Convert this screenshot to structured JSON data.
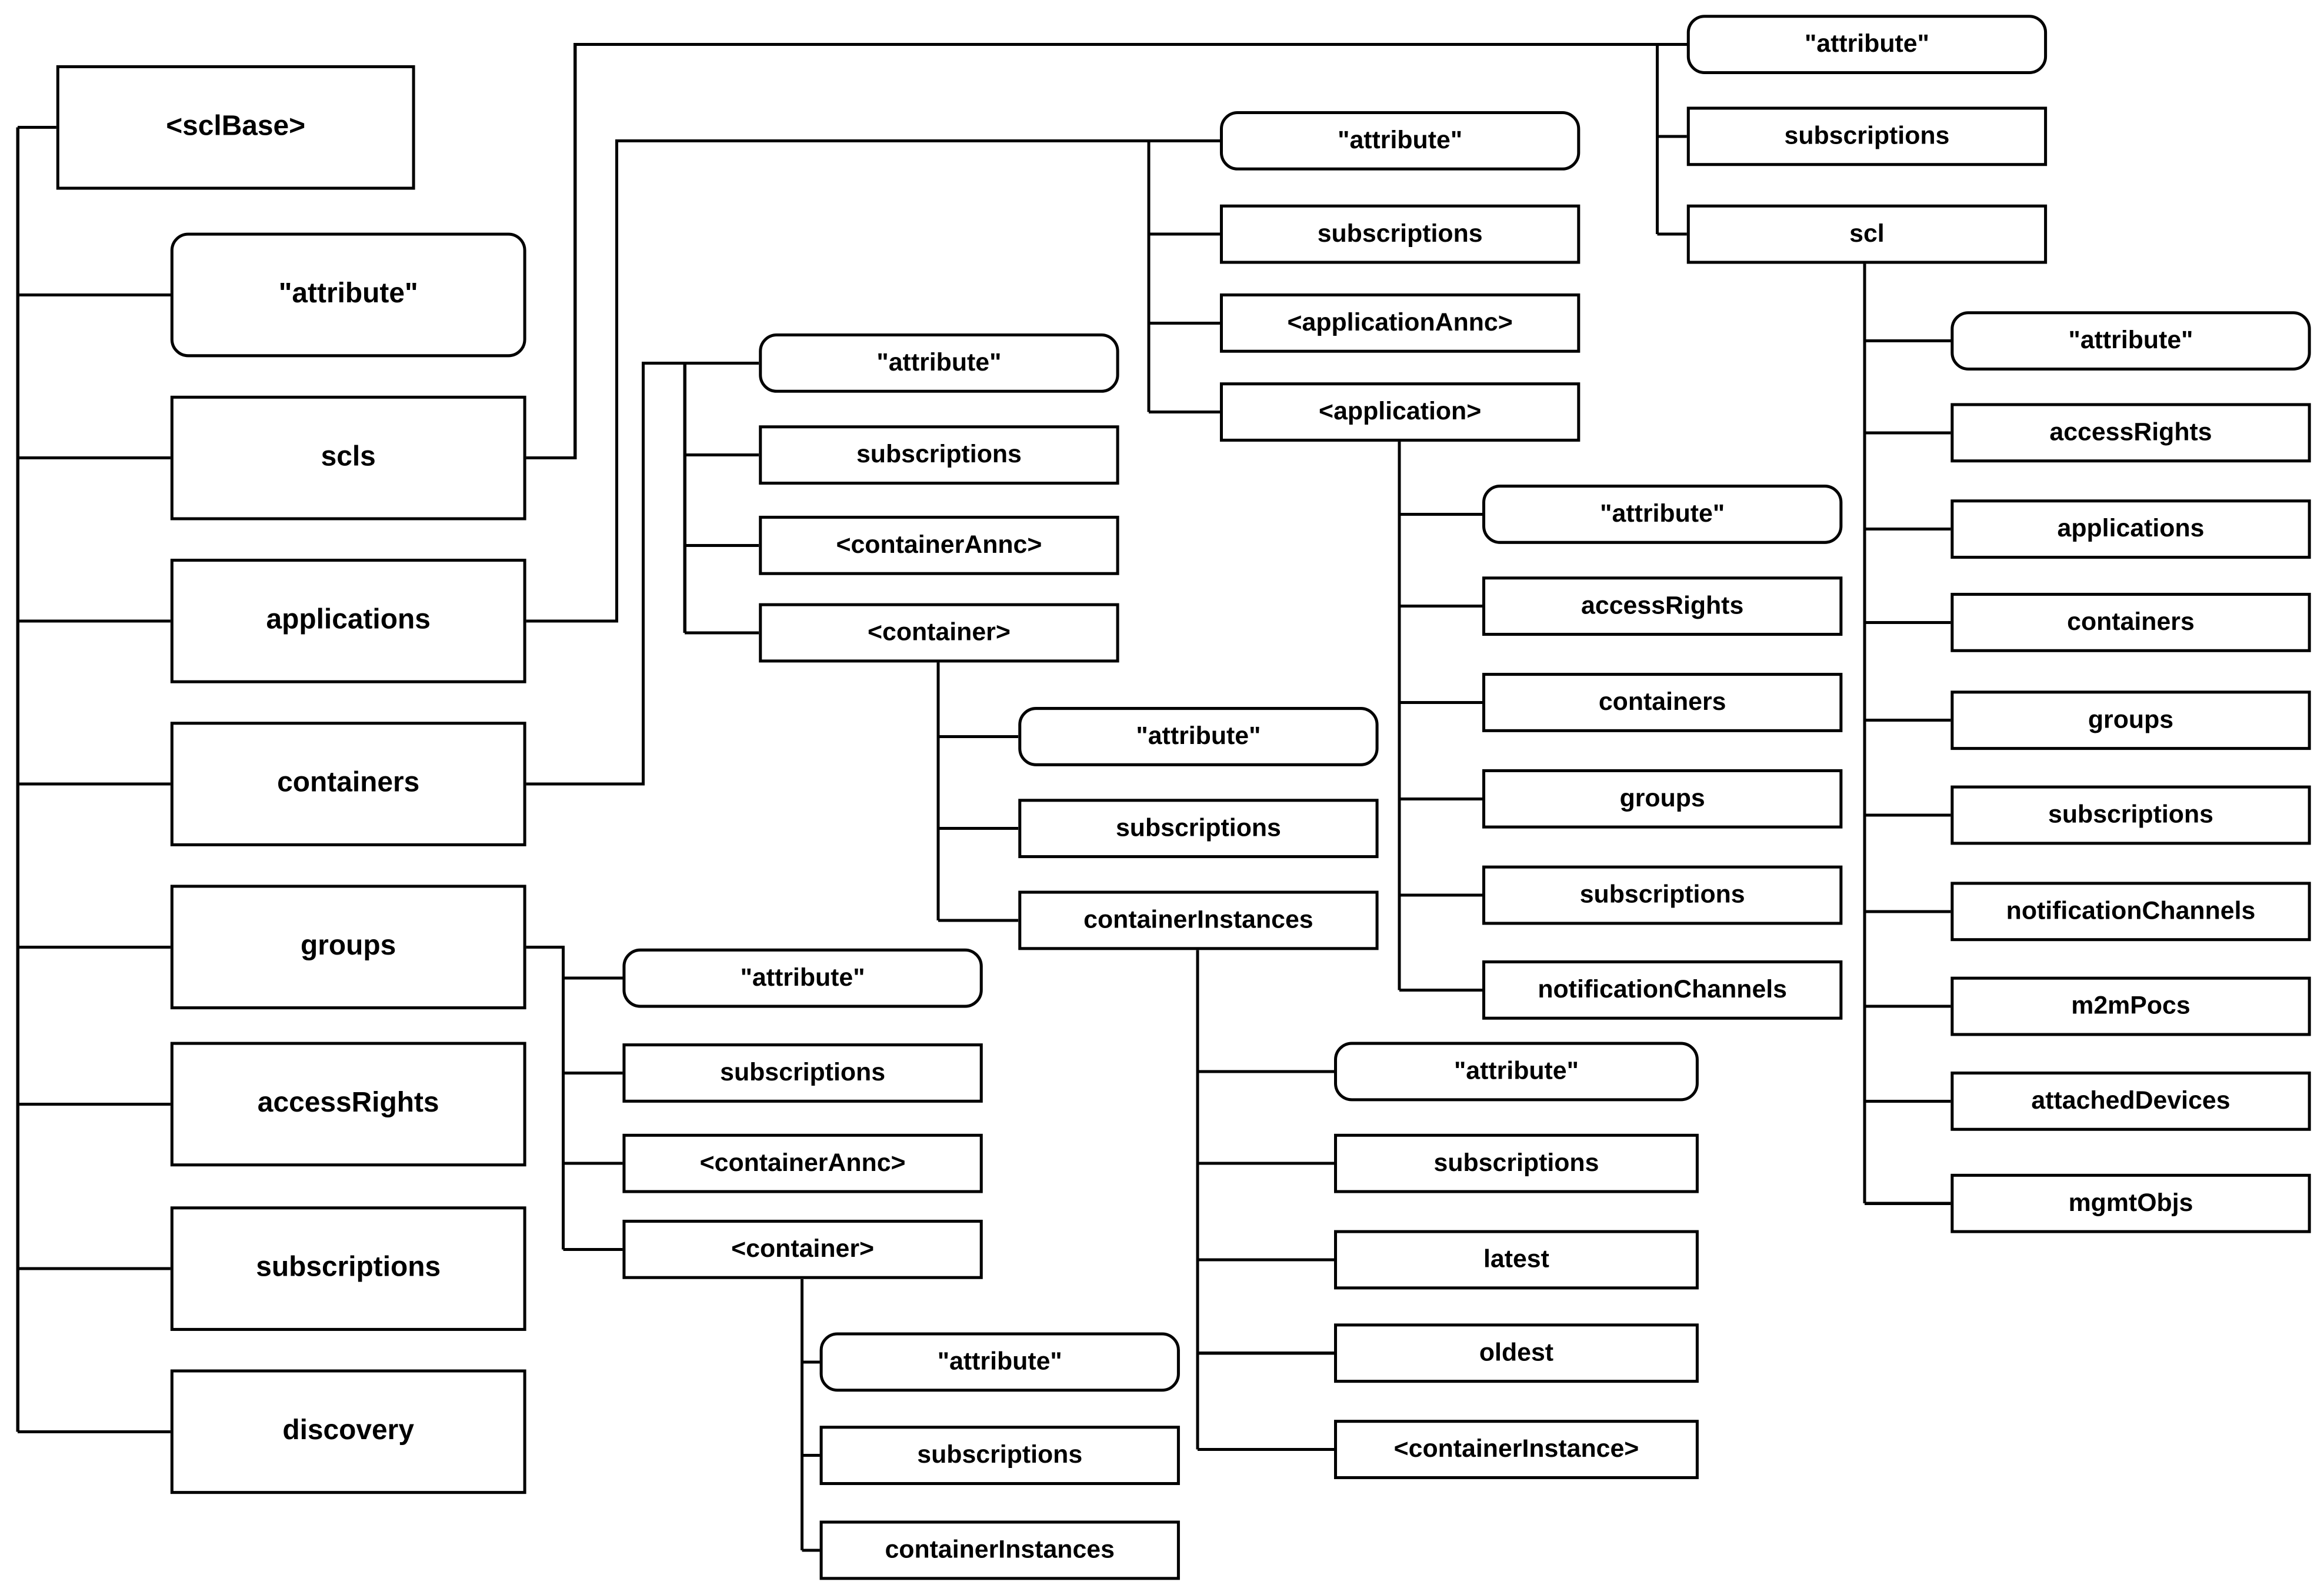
{
  "colors": {
    "line": "#000000",
    "box_fill": "#ffffff",
    "text": "#000000"
  },
  "tree": {
    "root": "<sclBase>",
    "root_children": [
      "\"attribute\"",
      "scls",
      "applications",
      "containers",
      "groups",
      "accessRights",
      "subscriptions",
      "discovery"
    ],
    "scls_children": [
      "\"attribute\"",
      "subscriptions",
      "scl"
    ],
    "scl_children": [
      "\"attribute\"",
      "accessRights",
      "applications",
      "containers",
      "groups",
      "subscriptions",
      "notificationChannels",
      "m2mPocs",
      "attachedDevices",
      "mgmtObjs"
    ],
    "applications_children": [
      "\"attribute\"",
      "subscriptions",
      "<applicationAnnc>",
      "<application>"
    ],
    "application_children": [
      "\"attribute\"",
      "accessRights",
      "containers",
      "groups",
      "subscriptions",
      "notificationChannels"
    ],
    "containers_children": [
      "\"attribute\"",
      "subscriptions",
      "<containerAnnc>",
      "<container>"
    ],
    "container_children": [
      "\"attribute\"",
      "subscriptions",
      "containerInstances"
    ],
    "containerInstances_children": [
      "\"attribute\"",
      "subscriptions",
      "latest",
      "oldest",
      "<containerInstance>"
    ],
    "groups_children": [
      "\"attribute\"",
      "subscriptions",
      "<containerAnnc>",
      "<container>"
    ],
    "groups_container_children": [
      "\"attribute\"",
      "subscriptions",
      "containerInstances"
    ]
  }
}
